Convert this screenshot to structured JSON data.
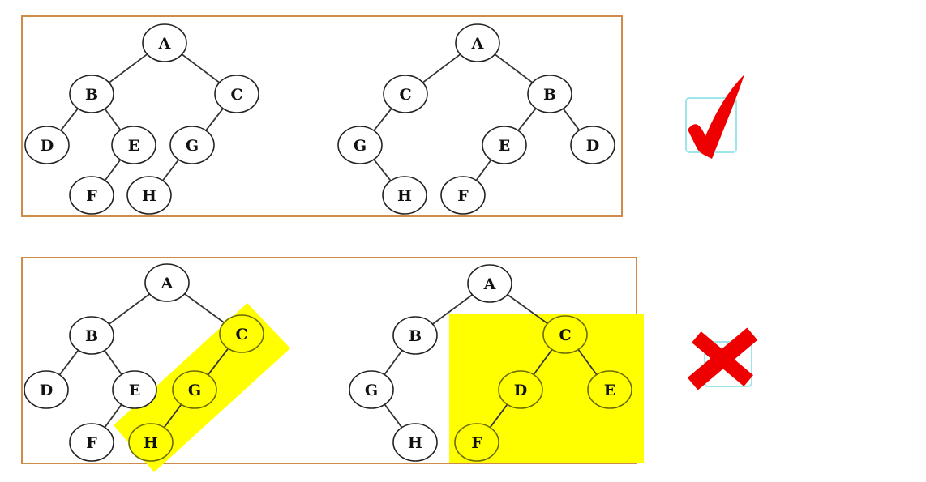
{
  "colors": {
    "panel_border": "#d08a4a",
    "highlight": "#ffff00",
    "mark_red": "#ee0000",
    "mark_box": "#9fe6ea"
  },
  "icons": {
    "correct": "check-mark-icon",
    "incorrect": "cross-mark-icon"
  },
  "panels": [
    {
      "id": "top",
      "verdict": "correct",
      "trees": [
        {
          "id": "top-left",
          "nodes": [
            {
              "id": "A",
              "label": "A",
              "highlight": false
            },
            {
              "id": "B",
              "label": "B",
              "highlight": false
            },
            {
              "id": "C",
              "label": "C",
              "highlight": false
            },
            {
              "id": "D",
              "label": "D",
              "highlight": false
            },
            {
              "id": "E",
              "label": "E",
              "highlight": false
            },
            {
              "id": "G",
              "label": "G",
              "highlight": false
            },
            {
              "id": "F",
              "label": "F",
              "highlight": false
            },
            {
              "id": "H",
              "label": "H",
              "highlight": false
            }
          ],
          "edges": [
            [
              "A",
              "B"
            ],
            [
              "A",
              "C"
            ],
            [
              "B",
              "D"
            ],
            [
              "B",
              "E"
            ],
            [
              "E",
              "F"
            ],
            [
              "C",
              "G"
            ],
            [
              "G",
              "H"
            ]
          ]
        },
        {
          "id": "top-right",
          "nodes": [
            {
              "id": "A",
              "label": "A",
              "highlight": false
            },
            {
              "id": "C",
              "label": "C",
              "highlight": false
            },
            {
              "id": "B",
              "label": "B",
              "highlight": false
            },
            {
              "id": "G",
              "label": "G",
              "highlight": false
            },
            {
              "id": "E",
              "label": "E",
              "highlight": false
            },
            {
              "id": "D",
              "label": "D",
              "highlight": false
            },
            {
              "id": "H",
              "label": "H",
              "highlight": false
            },
            {
              "id": "F",
              "label": "F",
              "highlight": false
            }
          ],
          "edges": [
            [
              "A",
              "C"
            ],
            [
              "A",
              "B"
            ],
            [
              "C",
              "G"
            ],
            [
              "G",
              "H"
            ],
            [
              "B",
              "E"
            ],
            [
              "B",
              "D"
            ],
            [
              "E",
              "F"
            ]
          ]
        }
      ]
    },
    {
      "id": "bottom",
      "verdict": "incorrect",
      "trees": [
        {
          "id": "bottom-left",
          "highlight_region": "diagonal-band",
          "nodes": [
            {
              "id": "A",
              "label": "A",
              "highlight": false
            },
            {
              "id": "B",
              "label": "B",
              "highlight": false
            },
            {
              "id": "C",
              "label": "C",
              "highlight": true
            },
            {
              "id": "D",
              "label": "D",
              "highlight": false
            },
            {
              "id": "E",
              "label": "E",
              "highlight": false
            },
            {
              "id": "G",
              "label": "G",
              "highlight": true
            },
            {
              "id": "F",
              "label": "F",
              "highlight": false
            },
            {
              "id": "H",
              "label": "H",
              "highlight": true
            }
          ],
          "edges": [
            [
              "A",
              "B"
            ],
            [
              "A",
              "C"
            ],
            [
              "B",
              "D"
            ],
            [
              "B",
              "E"
            ],
            [
              "E",
              "F"
            ],
            [
              "C",
              "G"
            ],
            [
              "G",
              "H"
            ]
          ]
        },
        {
          "id": "bottom-right",
          "highlight_region": "rectangle",
          "nodes": [
            {
              "id": "A",
              "label": "A",
              "highlight": false
            },
            {
              "id": "B",
              "label": "B",
              "highlight": false
            },
            {
              "id": "C",
              "label": "C",
              "highlight": true
            },
            {
              "id": "G",
              "label": "G",
              "highlight": false
            },
            {
              "id": "D",
              "label": "D",
              "highlight": true
            },
            {
              "id": "E",
              "label": "E",
              "highlight": true
            },
            {
              "id": "H",
              "label": "H",
              "highlight": false
            },
            {
              "id": "F",
              "label": "F",
              "highlight": true
            }
          ],
          "edges": [
            [
              "A",
              "B"
            ],
            [
              "A",
              "C"
            ],
            [
              "B",
              "G"
            ],
            [
              "G",
              "H"
            ],
            [
              "C",
              "D"
            ],
            [
              "C",
              "E"
            ],
            [
              "D",
              "F"
            ]
          ]
        }
      ]
    }
  ]
}
